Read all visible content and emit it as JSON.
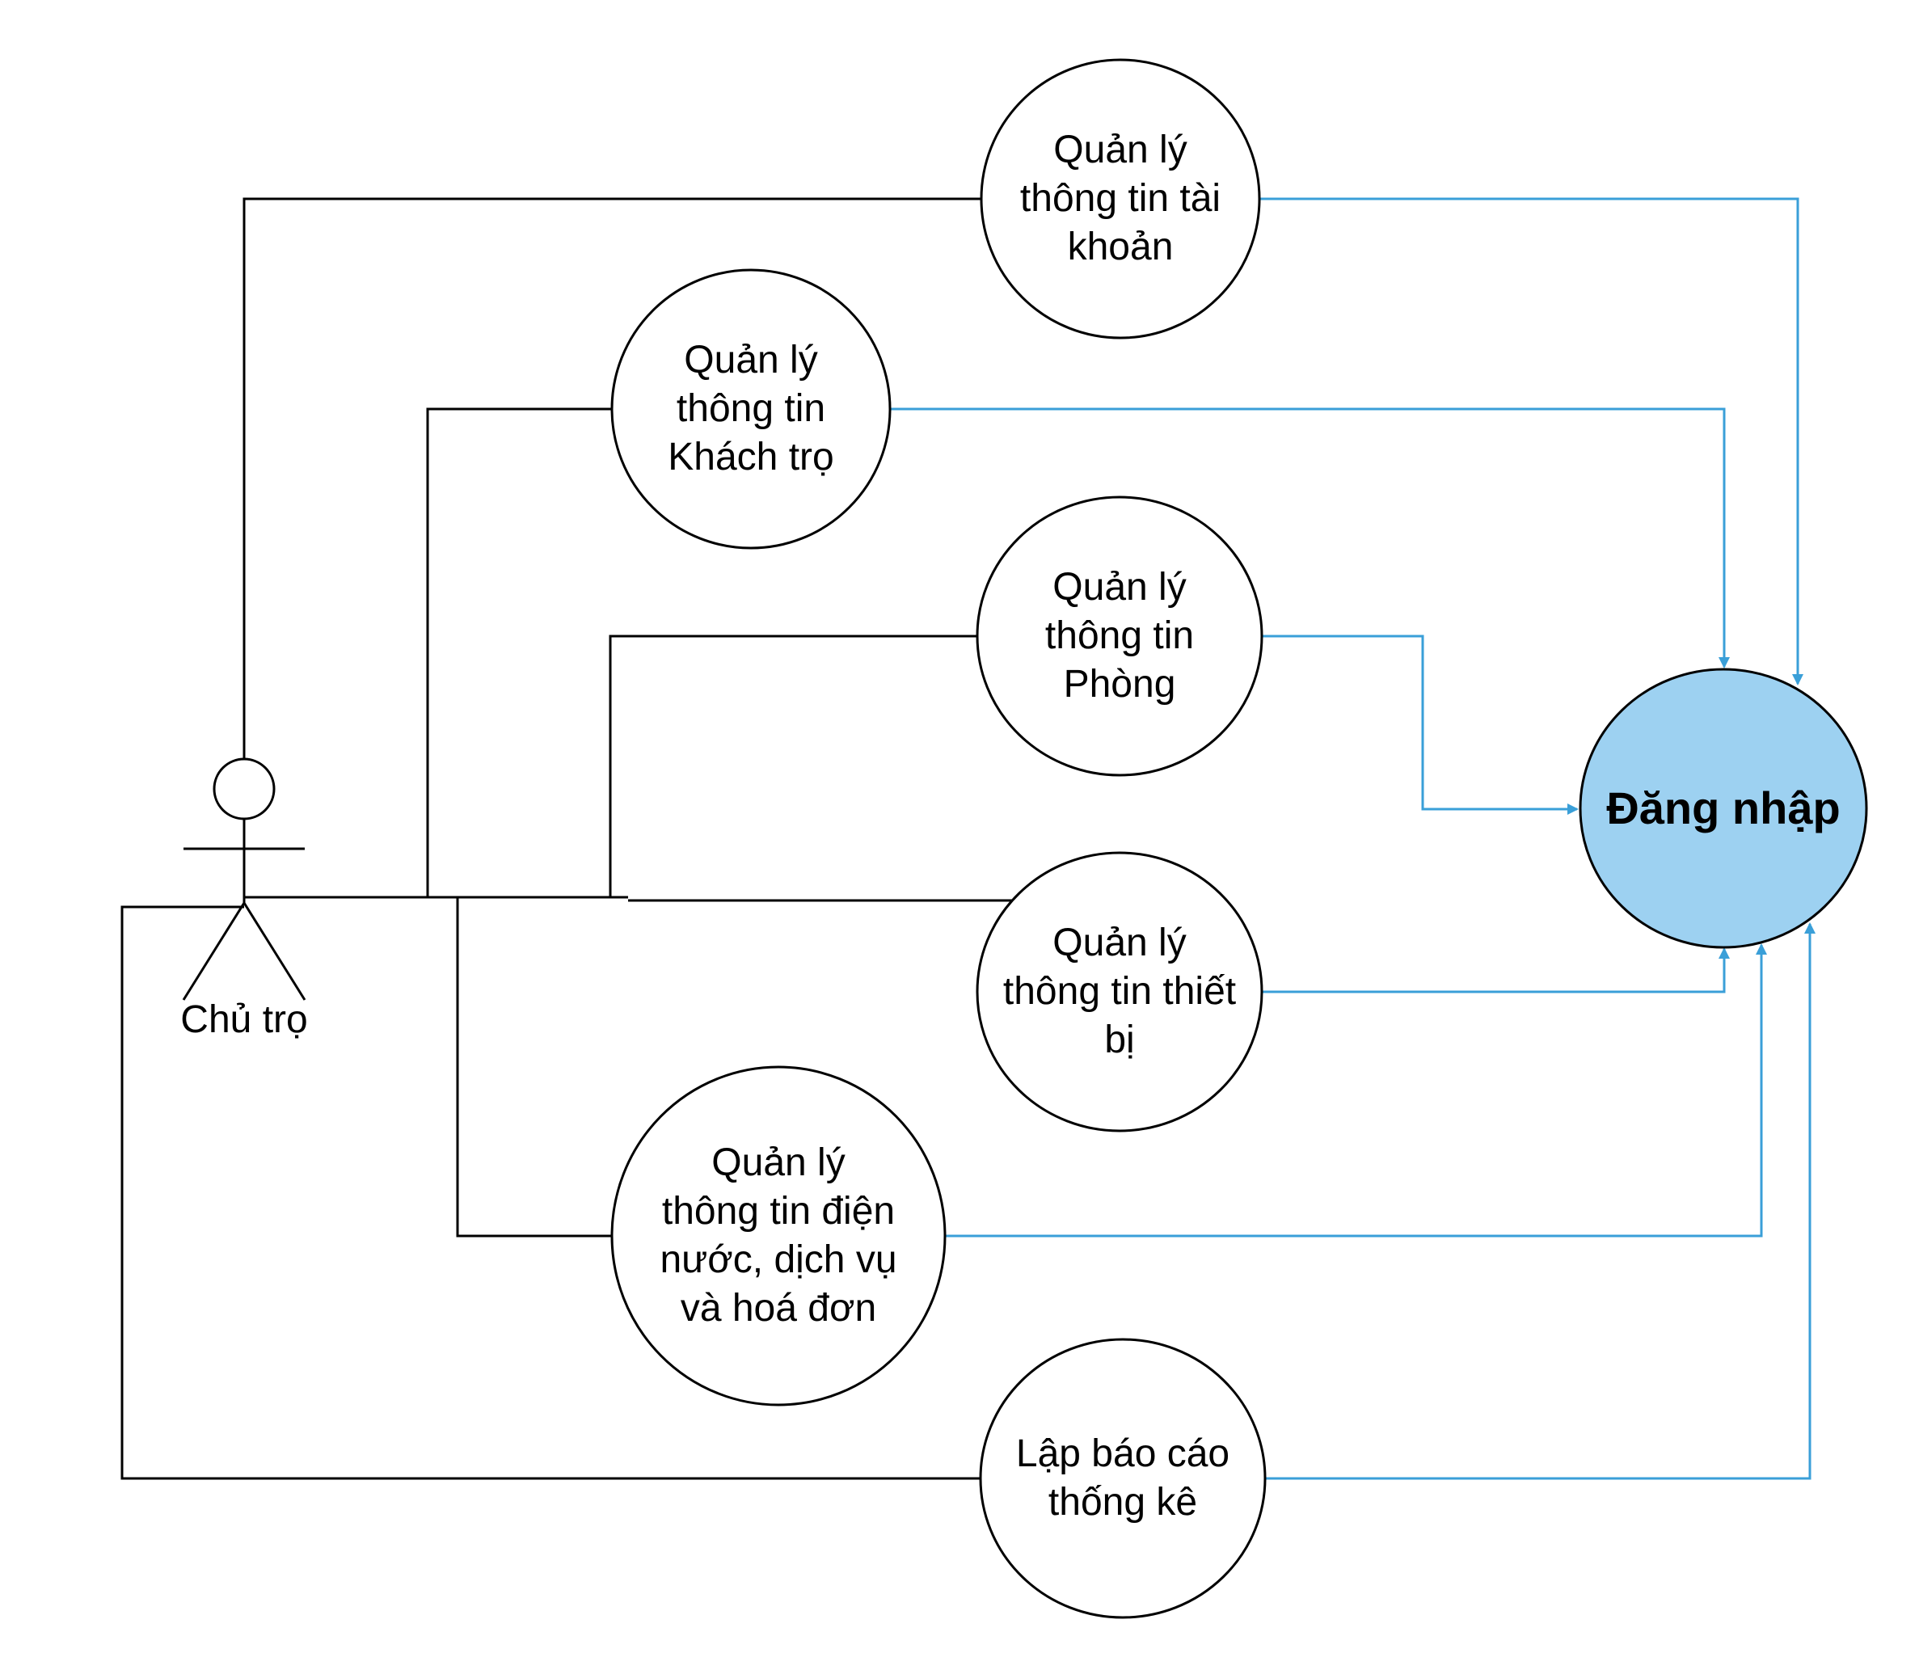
{
  "diagram": {
    "actor": {
      "name": "Chủ trọ"
    },
    "usecases": [
      {
        "id": "account",
        "label": "Quản lý\nthông tin tài\nkhoản"
      },
      {
        "id": "tenant",
        "label": "Quản lý\nthông tin\nKhách trọ"
      },
      {
        "id": "room",
        "label": "Quản lý\nthông tin\nPhòng"
      },
      {
        "id": "device",
        "label": "Quản lý\nthông tin thiết\nbị"
      },
      {
        "id": "utility",
        "label": "Quản lý\nthông tin điện\nnước, dịch vụ\nvà hoá đơn"
      },
      {
        "id": "report",
        "label": "Lập báo cáo\nthống kê"
      },
      {
        "id": "login",
        "label": "Đăng nhập"
      }
    ],
    "colors": {
      "line": "#000000",
      "include_arrow": "#3a9fd8",
      "login_fill": "#9dd1f1",
      "usecase_fill": "#ffffff"
    }
  }
}
